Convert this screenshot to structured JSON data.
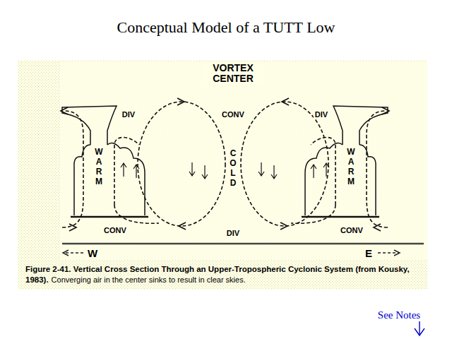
{
  "diagram": {
    "title": "Conceptual Model of a TUTT Low",
    "caption": "Figure 2-41. Vertical Cross Section Through an Upper-Tropospheric Cyclonic System (from Kousky, 1983).",
    "labels": [
      "VORTEX CENTER",
      "DIV",
      "CONV",
      "DIV",
      "WARM",
      "COLD",
      "WARM",
      "CONV",
      "DIV",
      "CONV",
      "W",
      "E",
      "Converging air in the center sinks to result in clear skies.",
      "See Notes"
    ]
  }
}
